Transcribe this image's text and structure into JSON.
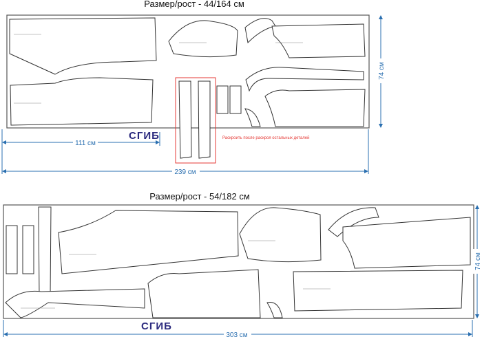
{
  "layouts": [
    {
      "title": "Размер/рост - 44/164 см",
      "height_label": "74 см",
      "fold_width_label": "111 см",
      "total_width_label": "239 см",
      "fold_label": "СГИБ",
      "note": "Раскроить после раскроя остальных деталей"
    },
    {
      "title": "Размер/рост - 54/182 см",
      "height_label": "74 см",
      "total_width_label": "303 см",
      "fold_label": "СГИБ"
    }
  ],
  "colors": {
    "dimension": "#2a6fb0",
    "fold": "#2b2a7e",
    "note": "#e53935",
    "outline": "#333333"
  }
}
